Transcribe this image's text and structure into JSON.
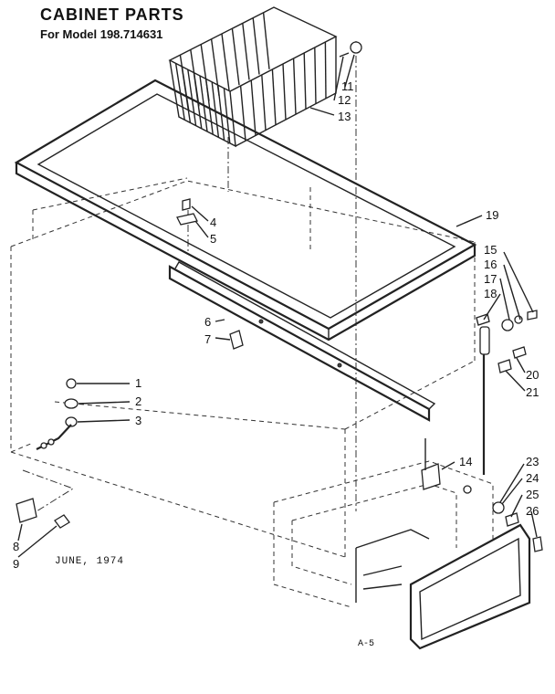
{
  "header": {
    "title": "CABINET PARTS",
    "subtitle": "For Model 198.714631"
  },
  "footer": {
    "date": "JUNE, 1974",
    "page_ref": "A-5"
  },
  "callouts": [
    "1",
    "2",
    "3",
    "4",
    "5",
    "6",
    "7",
    "8",
    "9",
    "11",
    "12",
    "13",
    "14",
    "15",
    "16",
    "17",
    "18",
    "19",
    "20",
    "21",
    "23",
    "24",
    "25",
    "26"
  ]
}
